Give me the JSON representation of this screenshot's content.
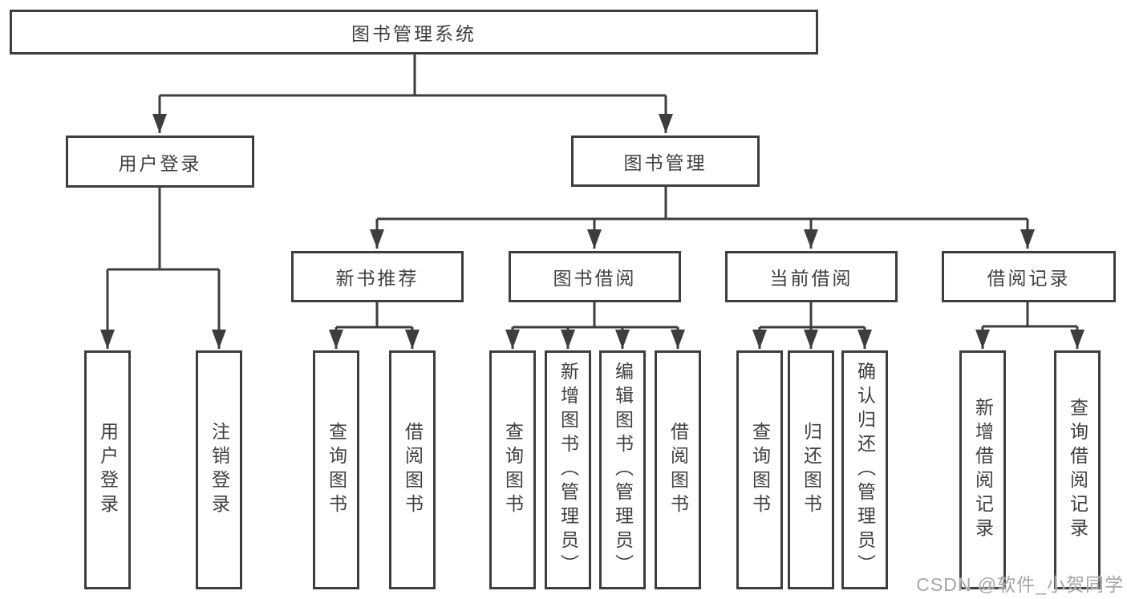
{
  "tree": {
    "label": "图书管理系统",
    "children": [
      {
        "label": "用户登录",
        "children": [
          {
            "label": "用户登录"
          },
          {
            "label": "注销登录"
          }
        ]
      },
      {
        "label": "图书管理",
        "children": [
          {
            "label": "新书推荐",
            "children": [
              {
                "label": "查询图书"
              },
              {
                "label": "借阅图书"
              }
            ]
          },
          {
            "label": "图书借阅",
            "children": [
              {
                "label": "查询图书"
              },
              {
                "label": "新增图书（管理员）"
              },
              {
                "label": "编辑图书（管理员）"
              },
              {
                "label": "借阅图书"
              }
            ]
          },
          {
            "label": "当前借阅",
            "children": [
              {
                "label": "查询图书"
              },
              {
                "label": "归还图书"
              },
              {
                "label": "确认归还（管理员）"
              }
            ]
          },
          {
            "label": "借阅记录",
            "children": [
              {
                "label": "新增借阅记录"
              },
              {
                "label": "查询借阅记录"
              }
            ]
          }
        ]
      }
    ]
  },
  "watermark": "CSDN @软件_小贺同学",
  "colors": {
    "line": "#3d3d3d",
    "text": "#3f3f3f",
    "watermark": "#a5a5a5",
    "background": "#ffffff"
  }
}
